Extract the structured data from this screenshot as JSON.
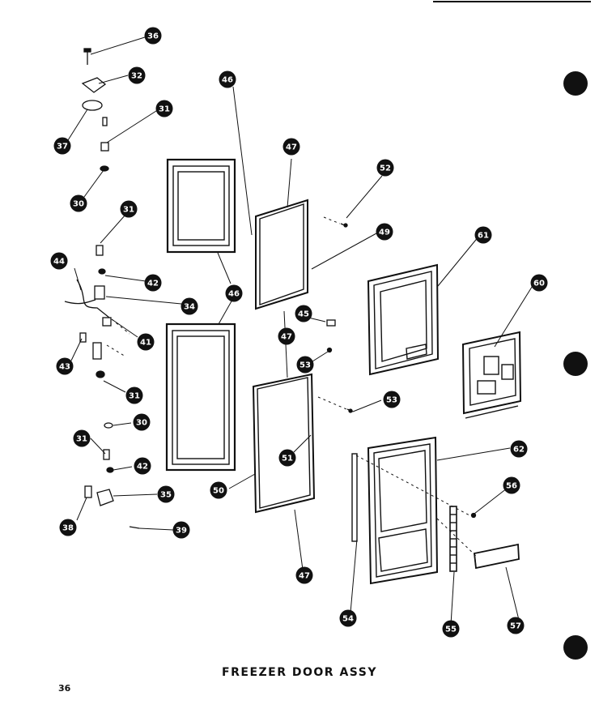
{
  "title": "FREEZER DOOR ASSY",
  "page_number": "36",
  "callouts": [
    "36",
    "32",
    "31",
    "37",
    "30",
    "31",
    "44",
    "42",
    "34",
    "41",
    "43",
    "31",
    "30",
    "31",
    "42",
    "35",
    "38",
    "39",
    "46",
    "46",
    "47",
    "52",
    "49",
    "47",
    "45",
    "53",
    "53",
    "51",
    "50",
    "47",
    "61",
    "60",
    "62",
    "56",
    "54",
    "55",
    "57"
  ],
  "colors": {
    "ink": "#111111",
    "paper": "#ffffff"
  }
}
